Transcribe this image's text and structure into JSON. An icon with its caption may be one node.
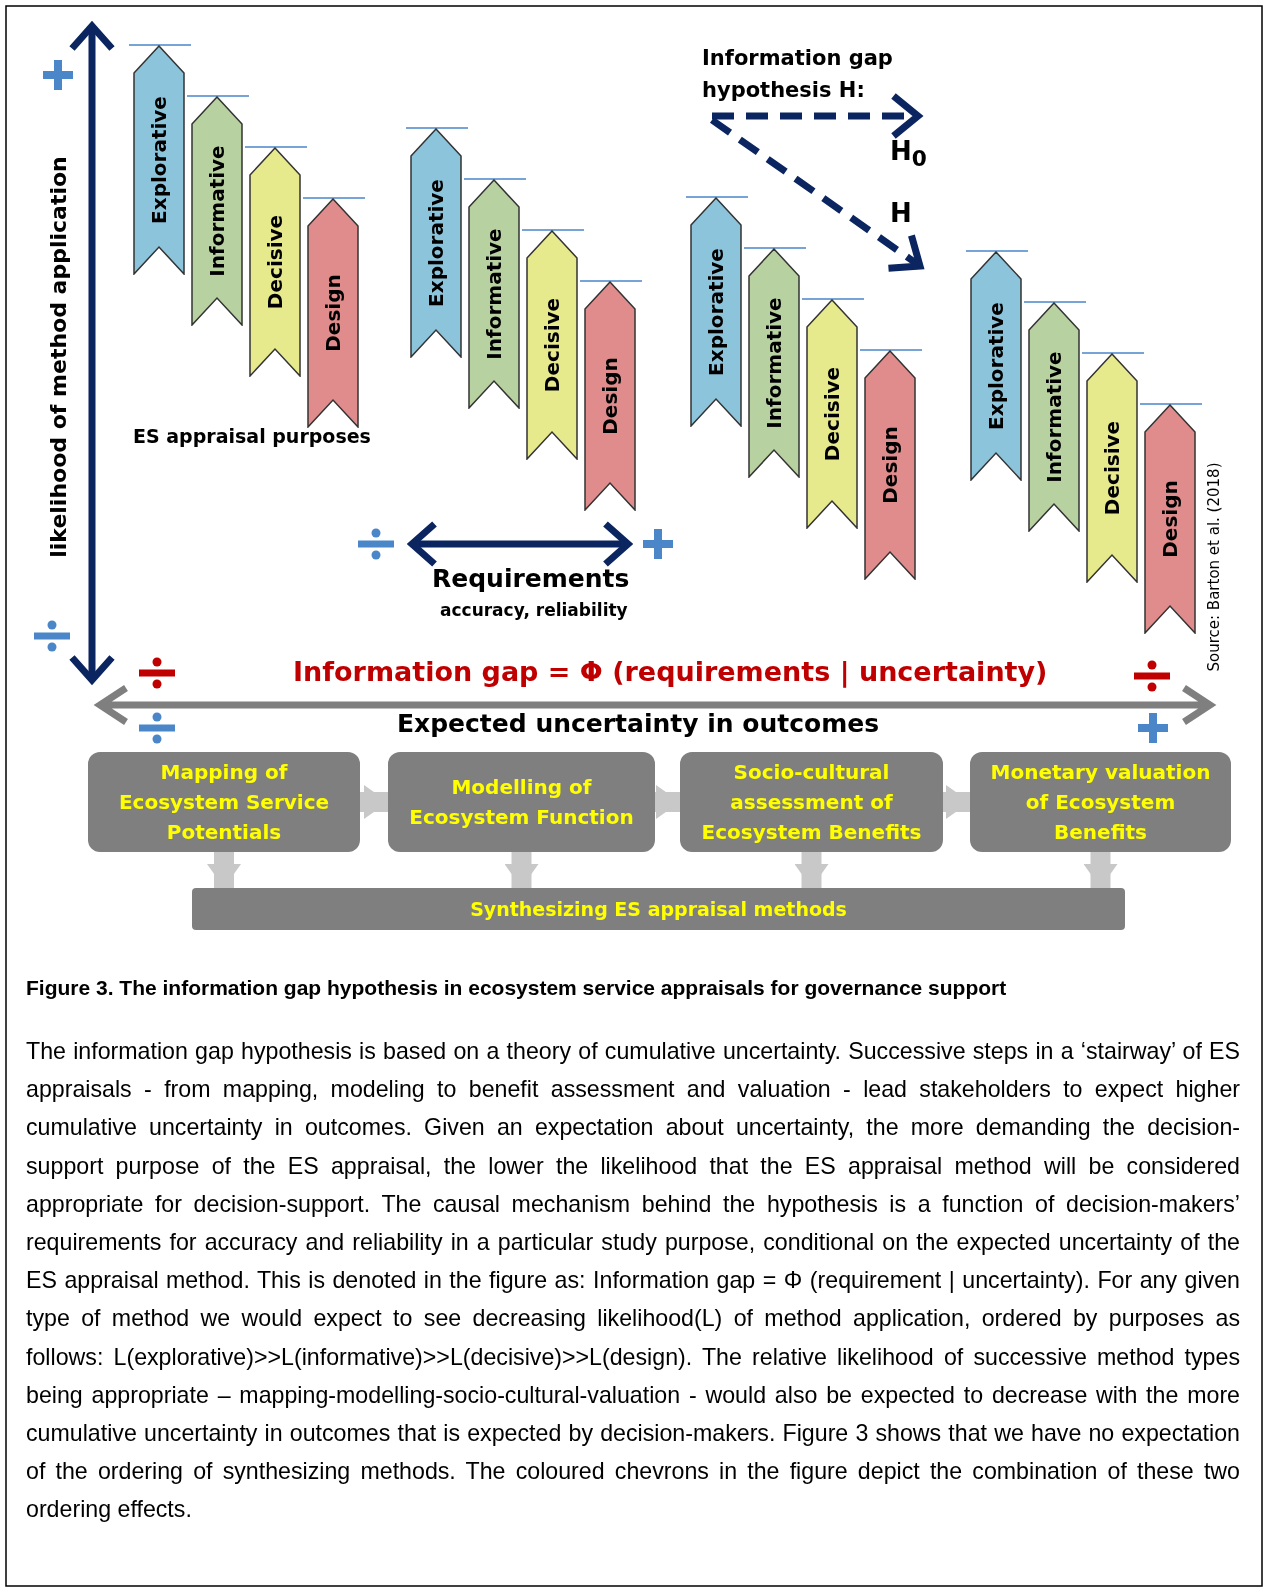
{
  "diagram": {
    "caption": "Figure 3.  The information gap hypothesis in ecosystem service appraisals for governance support",
    "nodes": [
      {
        "text": [
          "Explorative"
        ]
      },
      {
        "text": [
          "Informative"
        ]
      },
      {
        "text": [
          "Decisive"
        ]
      },
      {
        "text": [
          "Design"
        ]
      },
      {
        "text": [
          "Explorative"
        ]
      },
      {
        "text": [
          "Informative"
        ]
      },
      {
        "text": [
          "Decisive"
        ]
      },
      {
        "text": [
          "Design"
        ]
      },
      {
        "text": [
          "Explorative"
        ]
      },
      {
        "text": [
          "Informative"
        ]
      },
      {
        "text": [
          "Decisive"
        ]
      },
      {
        "text": [
          "Design"
        ]
      },
      {
        "text": [
          "Explorative"
        ]
      },
      {
        "text": [
          "Informative"
        ]
      },
      {
        "text": [
          "Decisive"
        ]
      },
      {
        "text": [
          "Design"
        ]
      },
      {
        "text": [
          "Mapping of Ecosystem Service Potentials"
        ]
      },
      {
        "text": [
          "Modelling of Ecosystem Function"
        ]
      },
      {
        "text": [
          "Socio-cultural assessment of Ecosystem Benefits"
        ]
      },
      {
        "text": [
          "Monetary valuation of Ecosystem Benefits"
        ]
      },
      {
        "text": [
          "Synthesizing ES appraisal methods"
        ]
      }
    ],
    "edges": [
      {
        "from": 16,
        "to": 17,
        "arrow": "to"
      },
      {
        "from": 17,
        "to": 18,
        "arrow": "to"
      },
      {
        "from": 18,
        "to": 19,
        "arrow": "to"
      },
      {
        "from": 16,
        "to": 20,
        "arrow": "to"
      },
      {
        "from": 17,
        "to": 20,
        "arrow": "to"
      },
      {
        "from": 18,
        "to": 20,
        "arrow": "to"
      },
      {
        "from": 19,
        "to": 20,
        "arrow": "to"
      }
    ],
    "labels": [
      "Information gap hypothesis H:",
      "H$_{0}$",
      "H",
      "likelihood of method application",
      "ES appraisal purposes",
      "Requirements",
      "accuracy, reliability",
      "Information gap = Φ (requirements | uncertainty)",
      "Expected uncertainty in outcomes",
      "Source: Barton et al. (2018)",
      "The information gap hypothesis is based on a theory of cumulative uncertainty.  Successive steps in a ‘stairway’ of ES appraisals - from mapping, modeling to benefit assessment and valuation - lead stakeholders to expect higher cumulative uncertainty in outcomes.  Given an expectation about uncertainty, the more demanding the decision-support purpose of the ES appraisal, the lower the likelihood that the ES appraisal method will be considered appropriate for decision-support. The causal mechanism behind the hypothesis is a function of decision-makers’ requirements for accuracy and reliability in a particular study purpose,  conditional on the expected uncertainty of the ES appraisal method.   This is denoted in the figure as: Information gap = Φ (requirement | uncertainty).  For any given type of method we would expect to see decreasing likelihood(L) of method application, ordered by purposes as follows: L(explorative)>>L(informative)>>L(decisive)>>L(design). The relative likelihood of successive method types being appropriate – mapping-modelling-socio-cultural-valuation - would also be expected to decrease with the more cumulative uncertainty in outcomes that is expected by decision-makers.  Figure 3 shows that we have no expectation of the ordering of synthesizing methods. The coloured chevrons in the figure depict the combination of these two ordering effects."
    ]
  }
}
